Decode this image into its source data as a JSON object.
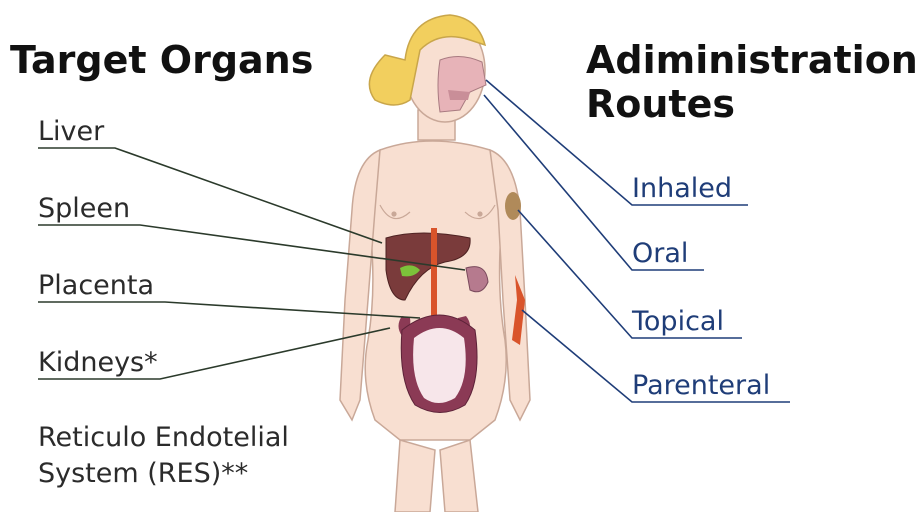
{
  "titles": {
    "target_organs": "Target Organs",
    "administration_line1": "Adiministration",
    "administration_line2": "Routes"
  },
  "organs": {
    "liver": "Liver",
    "spleen": "Spleen",
    "placenta": "Placenta",
    "kidneys": "Kidneys*",
    "res_line1": "Reticulo Endotelial",
    "res_line2": "System (RES)**"
  },
  "routes": {
    "inhaled": "Inhaled",
    "oral": "Oral",
    "topical": "Topical",
    "parenteral": "Parenteral"
  },
  "colors": {
    "organ_line": "#2b3a2b",
    "route_line": "#1f3d78",
    "skin": "#f7dccd",
    "hair": "#f2cf5e",
    "liver": "#7a3b3b",
    "uterus": "#8b3a55",
    "aorta": "#d9542b"
  }
}
